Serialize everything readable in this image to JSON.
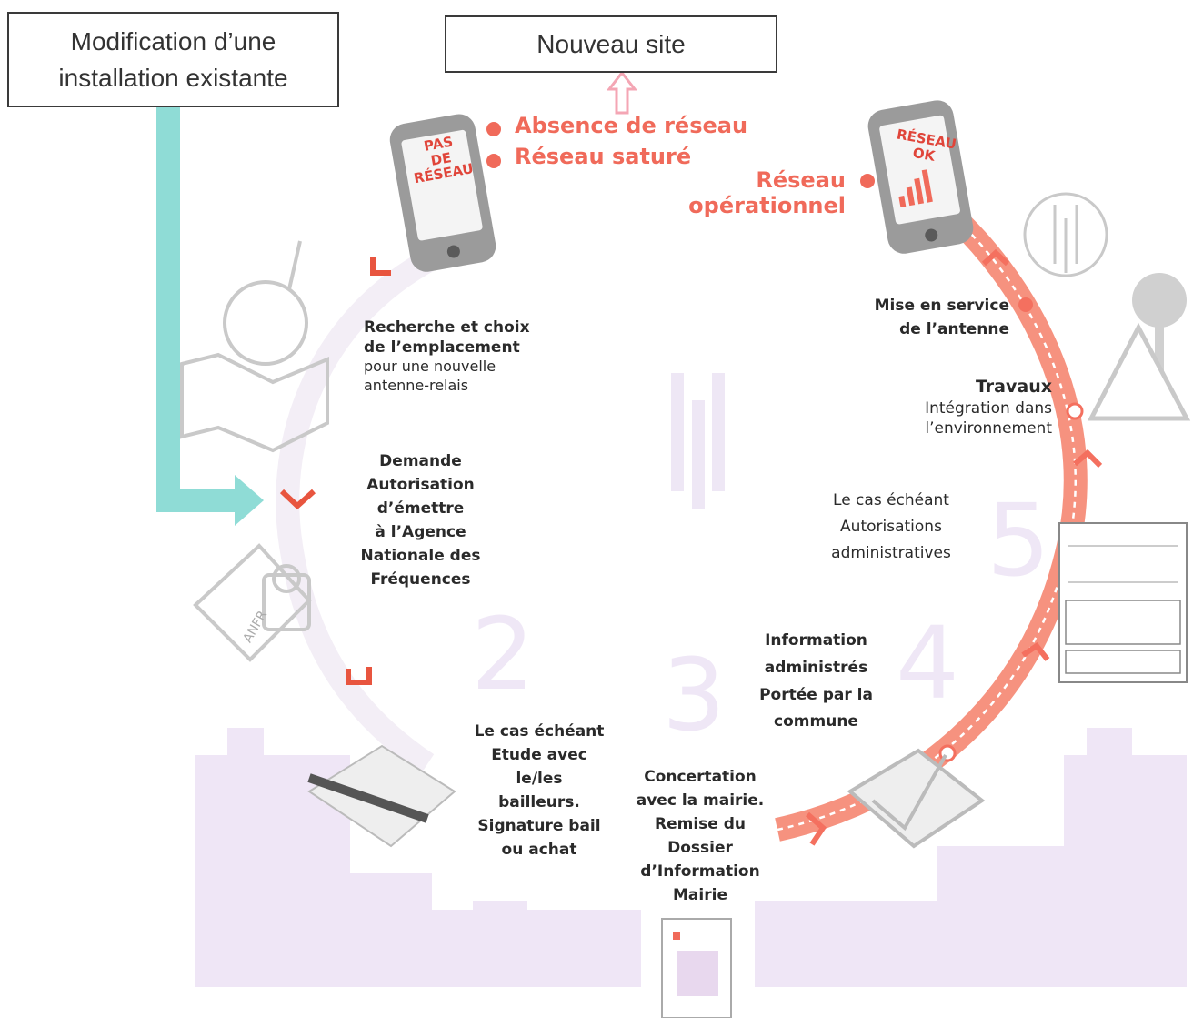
{
  "boxes": {
    "modification": "Modification d’une\ninstallation existante",
    "nouveau_site": "Nouveau site"
  },
  "network_status": {
    "absence": "Absence de réseau",
    "sature": "Réseau saturé",
    "operationnel_line1": "Réseau",
    "operationnel_line2": "opérationnel"
  },
  "phones": {
    "left_screen": "PAS\nDE\nRÉSEAU",
    "right_screen": "RÉSEAU\nOK"
  },
  "steps": {
    "recherche": {
      "bold": "Recherche et choix\nde l’emplacement",
      "normal": "pour une nouvelle\nantenne-relais"
    },
    "demande": "Demande\nAutorisation\nd’émettre\nà l’Agence\nNationale des\nFréquences",
    "bail": "Le cas échéant\nEtude avec\nle/les\nbailleurs.\nSignature bail\nou achat",
    "concertation": "Concertation\navec la mairie.\nRemise du\nDossier\nd’Information\nMairie",
    "information": "Information\nadministrés\nPortée par la\ncommune",
    "autorisations": "Le cas échéant\nAutorisations\nadministratives",
    "travaux": {
      "bold": "Travaux",
      "normal": "Intégration dans\nl’environnement"
    },
    "mise_en_service": "Mise en service\nde l’antenne"
  },
  "numbers": {
    "two": "2",
    "three": "3",
    "four": "4",
    "five": "5"
  },
  "stamp_label": "ANFR",
  "colors": {
    "accent_red": "#f06a5a",
    "teal": "#8fdcd6",
    "pink_arrow": "#f4a6b4",
    "gray_icon": "#c9c9c9",
    "lavender": "#ece2f4"
  }
}
